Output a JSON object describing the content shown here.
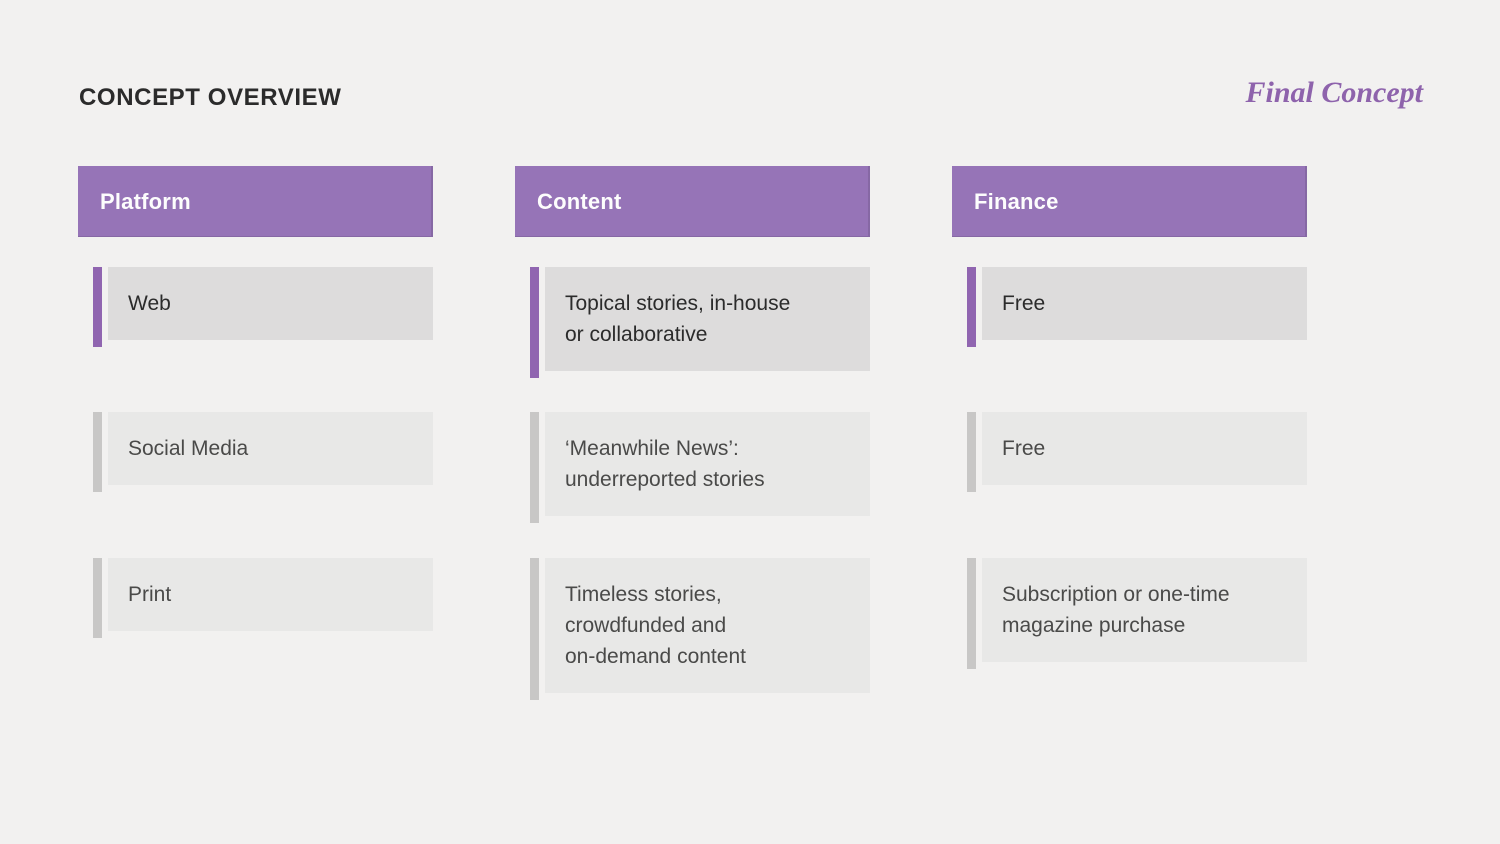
{
  "page": {
    "title": "CONCEPT OVERVIEW",
    "watermark": "Final Concept",
    "colors": {
      "background": "#f2f1f0",
      "header_purple": "#9674b7",
      "accent_purple": "#9065b0",
      "accent_gray": "#c8c7c6",
      "highlighted_cell_bg": "#dddcdc",
      "cell_bg": "#e8e8e7",
      "title_text": "#2b2b2b",
      "watermark_text": "#8e63ac"
    }
  },
  "columns": [
    {
      "header": "Platform",
      "cells": [
        {
          "text": "Web",
          "highlighted": true
        },
        {
          "text": "Social Media",
          "highlighted": false
        },
        {
          "text": "Print",
          "highlighted": false
        }
      ]
    },
    {
      "header": "Content",
      "cells": [
        {
          "text": "Topical stories, in-house\nor collaborative",
          "highlighted": true
        },
        {
          "text": "‘Meanwhile News’:\nunderreported stories",
          "highlighted": false
        },
        {
          "text": "Timeless stories,\ncrowdfunded and\non-demand content",
          "highlighted": false
        }
      ]
    },
    {
      "header": "Finance",
      "cells": [
        {
          "text": "Free",
          "highlighted": true
        },
        {
          "text": "Free",
          "highlighted": false
        },
        {
          "text": "Subscription or one-time\nmagazine purchase",
          "highlighted": false
        }
      ]
    }
  ]
}
